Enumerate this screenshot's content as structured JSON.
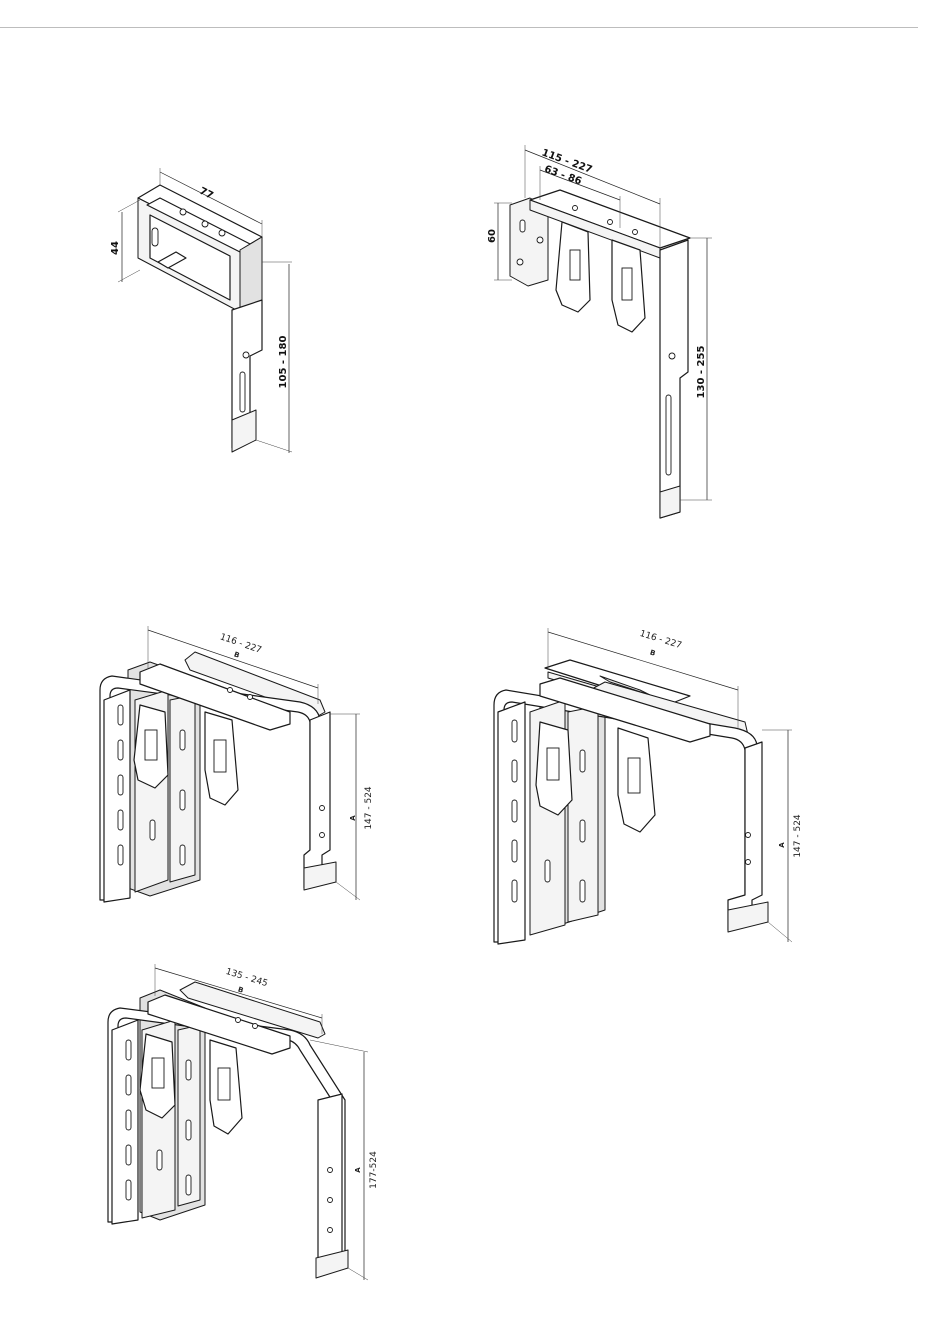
{
  "figures": [
    {
      "name": "bracket-small",
      "dimensions": [
        "77",
        "44",
        "105 - 180"
      ]
    },
    {
      "name": "bracket-double-clip",
      "dimensions": [
        "115 - 227",
        "63 - 86",
        "60",
        "130 - 255"
      ]
    },
    {
      "name": "bracket-wide-1",
      "dimensions": [
        "116 - 227",
        "B",
        "A",
        "147 - 524"
      ]
    },
    {
      "name": "bracket-wide-2",
      "dimensions": [
        "116 - 227",
        "B",
        "A",
        "147 - 524"
      ]
    },
    {
      "name": "bracket-wide-3",
      "dimensions": [
        "135 - 245",
        "B",
        "A",
        "177-524"
      ]
    }
  ]
}
